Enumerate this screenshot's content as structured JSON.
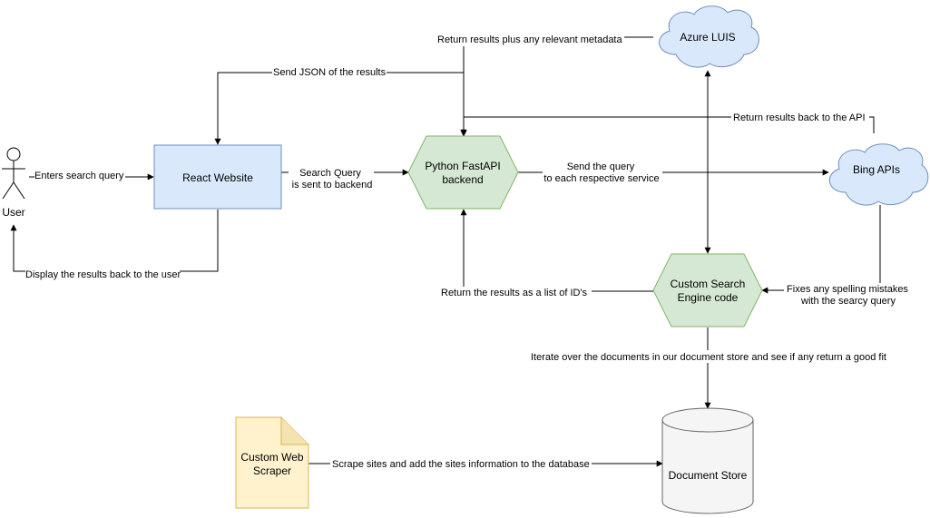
{
  "nodes": {
    "user": "User",
    "react_website": "React Website",
    "fastapi_line1": "Python FastAPI",
    "fastapi_line2": "backend",
    "azure_luis": "Azure LUIS",
    "bing_apis": "Bing APIs",
    "search_engine_line1": "Custom Search",
    "search_engine_line2": "Engine code",
    "document_store": "Document Store",
    "scraper_line1": "Custom Web",
    "scraper_line2": "Scraper"
  },
  "edges": {
    "enters_query": "Enters search query",
    "display_results": "Display the results back to the user",
    "send_json": "Send JSON of the results",
    "search_query_line1": "Search Query",
    "search_query_line2": "is sent to backend",
    "return_metadata": "Return results plus any relevant metadata",
    "return_to_api": "Return results back to the API",
    "send_query_line1": "Send the query",
    "send_query_line2": "to each respective service",
    "return_ids": "Return the results as a list of ID's",
    "fixes_line1": "Fixes any spelling mistakes",
    "fixes_line2": "with the searcy query",
    "iterate": "Iterate over the documents in our document store and see if any return a good fit",
    "scrape": "Scrape sites and add the sites information to the database"
  },
  "colors": {
    "blue_fill": "#dae8fc",
    "blue_stroke": "#6c8ebf",
    "green_fill": "#d5e8d4",
    "green_stroke": "#82b366",
    "yellow_fill": "#fff2cc",
    "yellow_stroke": "#d6b656",
    "gray_fill": "#f5f5f5",
    "gray_stroke": "#666666"
  }
}
